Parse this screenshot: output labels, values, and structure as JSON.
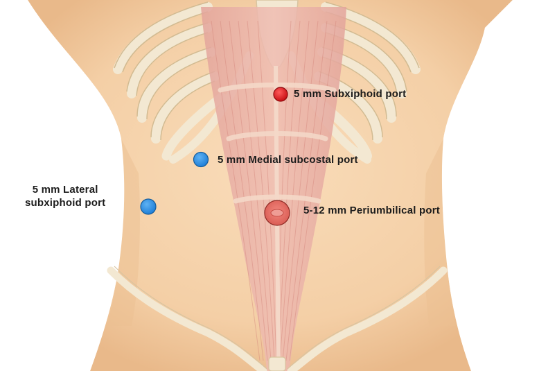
{
  "ports": [
    {
      "id": "subxiphoid",
      "label": "5 mm Subxiphoid port",
      "color": "#d9151b"
    },
    {
      "id": "medial-subcostal",
      "label": "5 mm Medial subcostal port",
      "color": "#2a8ee6"
    },
    {
      "id": "lateral-subxiphoid",
      "label_lines": [
        "5 mm Lateral",
        "subxiphoid port"
      ],
      "color": "#2a8ee6"
    },
    {
      "id": "periumbilical",
      "label": "5-12 mm Periumbilical port",
      "color": "#e2645e"
    }
  ],
  "colors": {
    "skin": "#f6d2ac",
    "skin_shadow": "#e8b888",
    "bone": "#f3e8d2",
    "bone_edge": "#d8c4a0",
    "muscle": "#e9a9a0",
    "linea_alba": "#f0d0c0"
  }
}
